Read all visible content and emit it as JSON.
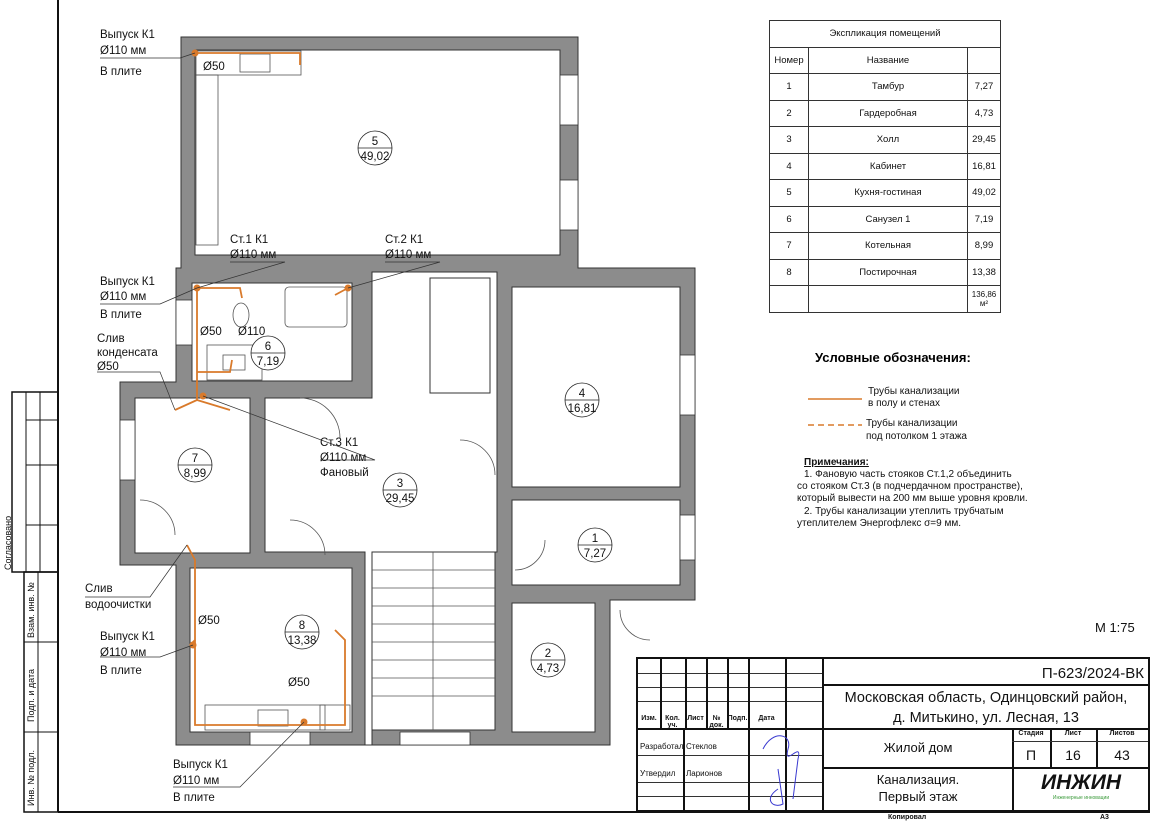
{
  "plan": {
    "rooms": [
      {
        "num": "5",
        "area": "49,02"
      },
      {
        "num": "6",
        "area": "7,19"
      },
      {
        "num": "7",
        "area": "8,99"
      },
      {
        "num": "3",
        "area": "29,45"
      },
      {
        "num": "4",
        "area": "16,81"
      },
      {
        "num": "1",
        "area": "7,27"
      },
      {
        "num": "2",
        "area": "4,73"
      },
      {
        "num": "8",
        "area": "13,38"
      }
    ],
    "annotations": {
      "outlet1": [
        "Выпуск К1",
        "Ø110 мм",
        "В плите"
      ],
      "outlet2": [
        "Выпуск К1",
        "Ø110 мм",
        "В плите"
      ],
      "outlet3": [
        "Выпуск К1",
        "Ø110 мм",
        "В плите"
      ],
      "outlet4": [
        "Выпуск К1",
        "Ø110 мм",
        "В плите"
      ],
      "riser1": [
        "Ст.1  К1",
        "Ø110 мм"
      ],
      "riser2": [
        "Ст.2  К1",
        "Ø110 мм"
      ],
      "riser3": [
        "Ст.3  К1",
        "Ø110 мм",
        "Фановый"
      ],
      "condensate": [
        "Слив",
        "конденсата",
        "Ø50"
      ],
      "water_treatment": [
        "Слив",
        "водоочистки"
      ],
      "d50_kitchen": "Ø50",
      "d50_bath": "Ø50",
      "d110_bath": "Ø110",
      "d50_room8a": "Ø50",
      "d50_room8b": "Ø50"
    },
    "scale": "М 1:75"
  },
  "explication": {
    "title": "Экспликация помещений",
    "headers": [
      "Номер",
      "Название",
      ""
    ],
    "rows": [
      [
        "1",
        "Тамбур",
        "7,27"
      ],
      [
        "2",
        "Гардеробная",
        "4,73"
      ],
      [
        "3",
        "Холл",
        "29,45"
      ],
      [
        "4",
        "Кабинет",
        "16,81"
      ],
      [
        "5",
        "Кухня-гостиная",
        "49,02"
      ],
      [
        "6",
        "Санузел 1",
        "7,19"
      ],
      [
        "7",
        "Котельная",
        "8,99"
      ],
      [
        "8",
        "Постирочная",
        "13,38"
      ]
    ],
    "total": "136,86 м²"
  },
  "legend": {
    "title": "Условные обозначения:",
    "solid": [
      "Трубы канализации",
      "в полу и стенах"
    ],
    "dashed": [
      "Трубы канализации",
      "под потолком 1 этажа"
    ],
    "pipe_color": "#d97a2b"
  },
  "notes": {
    "title": "Примечания:",
    "lines": [
      "1.    Фановую часть стояков Ст.1,2 объединить",
      "со стояком Ст.3 (в подчердачном пространстве),",
      "который вывести на 200 мм выше уровня кровли.",
      "2.    Трубы канализации утеплить трубчатым",
      "утеплителем Энергофлекс σ=9 мм."
    ]
  },
  "side_stamp": [
    "Согласовано",
    "Взам. инв. №",
    "Подп. и дата",
    "Инв. № подл."
  ],
  "title_block": {
    "code": "П-623/2024-ВК",
    "address1": "Московская область, Одинцовский район,",
    "address2": "д. Митькино, ул. Лесная, 13",
    "col_headers": [
      "Изм.",
      "Кол. уч.",
      "Лист",
      "№ док.",
      "Подп.",
      "Дата"
    ],
    "developed_label": "Разработал",
    "developed_name": "Стеклов",
    "approved_label": "Утвердил",
    "approved_name": "Ларионов",
    "building": "Жилой дом",
    "stage_label": "Стадия",
    "sheet_label": "Лист",
    "sheets_label": "Листов",
    "stage": "П",
    "sheet": "16",
    "sheets": "43",
    "sheet_title1": "Канализация.",
    "sheet_title2": "Первый этаж",
    "logo": "ИНЖИН",
    "logo_sub": "Инженерные инновации",
    "copied": "Копировал",
    "format": "А3"
  }
}
